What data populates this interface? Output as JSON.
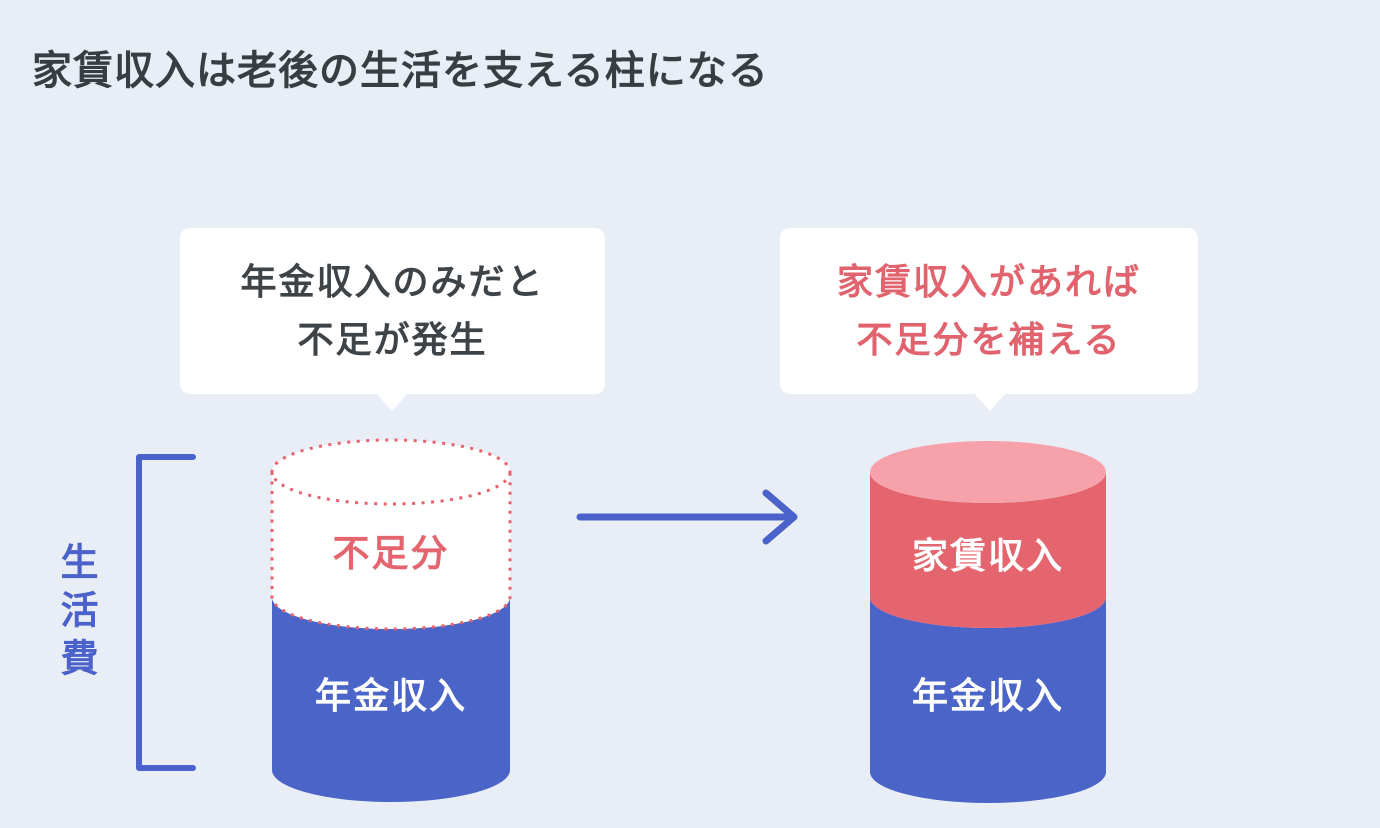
{
  "title": "家賃収入は老後の生活を支える柱になる",
  "callout_left": {
    "line1": "年金収入のみだと",
    "line2": "不足が発生"
  },
  "callout_right": {
    "line1": "家賃収入があれば",
    "line2": "不足分を補える"
  },
  "bracket_label": "生活費",
  "diagram": {
    "left_cylinder": {
      "top_segment_label": "不足分",
      "bottom_segment_label": "年金収入"
    },
    "right_cylinder": {
      "top_segment_label": "家賃収入",
      "bottom_segment_label": "年金収入"
    }
  },
  "colors": {
    "background": "#e9eef6",
    "cylinder_blue": "#4b64c8",
    "cylinder_red": "#e5656f",
    "cylinder_pink_top": "#f7a2ab",
    "dotted_outline_red": "#e8626c",
    "accent_blue": "#4a62ca",
    "callout_right_text": "#e0636e",
    "callout_left_text": "#3e4348",
    "title_text": "#383d43",
    "callout_background": "#ffffff"
  }
}
